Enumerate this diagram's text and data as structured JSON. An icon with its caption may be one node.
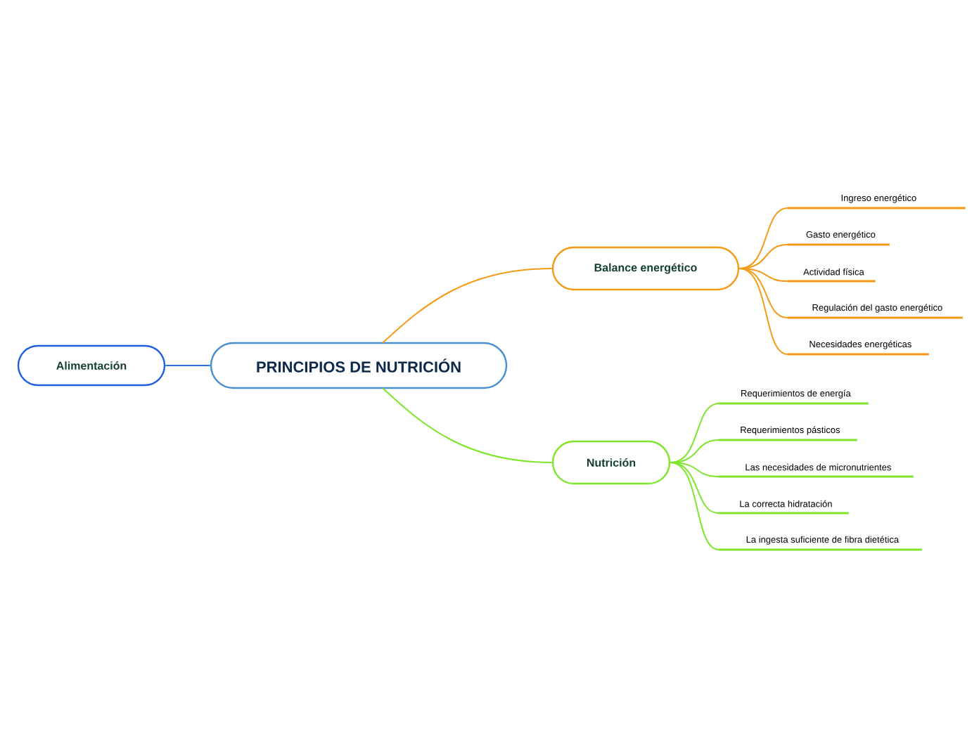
{
  "diagram": {
    "nodes": [
      {
        "text": [
          "PRINCIPIOS DE NUTRICIÓN"
        ]
      },
      {
        "text": [
          "Alimentación"
        ]
      },
      {
        "text": [
          "Balance energético"
        ]
      },
      {
        "text": [
          "Ingreso energético"
        ]
      },
      {
        "text": [
          "Gasto energético"
        ]
      },
      {
        "text": [
          "Actividad física"
        ]
      },
      {
        "text": [
          "Regulación del gasto energético"
        ]
      },
      {
        "text": [
          "Necesidades energéticas"
        ]
      },
      {
        "text": [
          "Nutrición"
        ]
      },
      {
        "text": [
          "Requerimientos de energía"
        ]
      },
      {
        "text": [
          "Requerimientos pásticos"
        ]
      },
      {
        "text": [
          "Las necesidades de micronutrientes"
        ]
      },
      {
        "text": [
          "La correcta hidratación"
        ]
      },
      {
        "text": [
          "La ingesta suficiente de fibra dietética"
        ]
      }
    ],
    "edges": [
      {
        "from": 0,
        "to": 1,
        "arrow": "none",
        "color": "#2f6fe0"
      },
      {
        "from": 0,
        "to": 2,
        "arrow": "none",
        "color": "#f59a14"
      },
      {
        "from": 2,
        "to": 3,
        "arrow": "none",
        "color": "#f59a14"
      },
      {
        "from": 2,
        "to": 4,
        "arrow": "none",
        "color": "#f59a14"
      },
      {
        "from": 2,
        "to": 5,
        "arrow": "none",
        "color": "#f59a14"
      },
      {
        "from": 2,
        "to": 6,
        "arrow": "none",
        "color": "#f59a14"
      },
      {
        "from": 2,
        "to": 7,
        "arrow": "none",
        "color": "#f59a14"
      },
      {
        "from": 0,
        "to": 8,
        "arrow": "none",
        "color": "#7ee62a"
      },
      {
        "from": 8,
        "to": 9,
        "arrow": "none",
        "color": "#7ee62a"
      },
      {
        "from": 8,
        "to": 10,
        "arrow": "none",
        "color": "#7ee62a"
      },
      {
        "from": 8,
        "to": 11,
        "arrow": "none",
        "color": "#7ee62a"
      },
      {
        "from": 8,
        "to": 12,
        "arrow": "none",
        "color": "#7ee62a"
      },
      {
        "from": 8,
        "to": 13,
        "arrow": "none",
        "color": "#7ee62a"
      }
    ]
  }
}
